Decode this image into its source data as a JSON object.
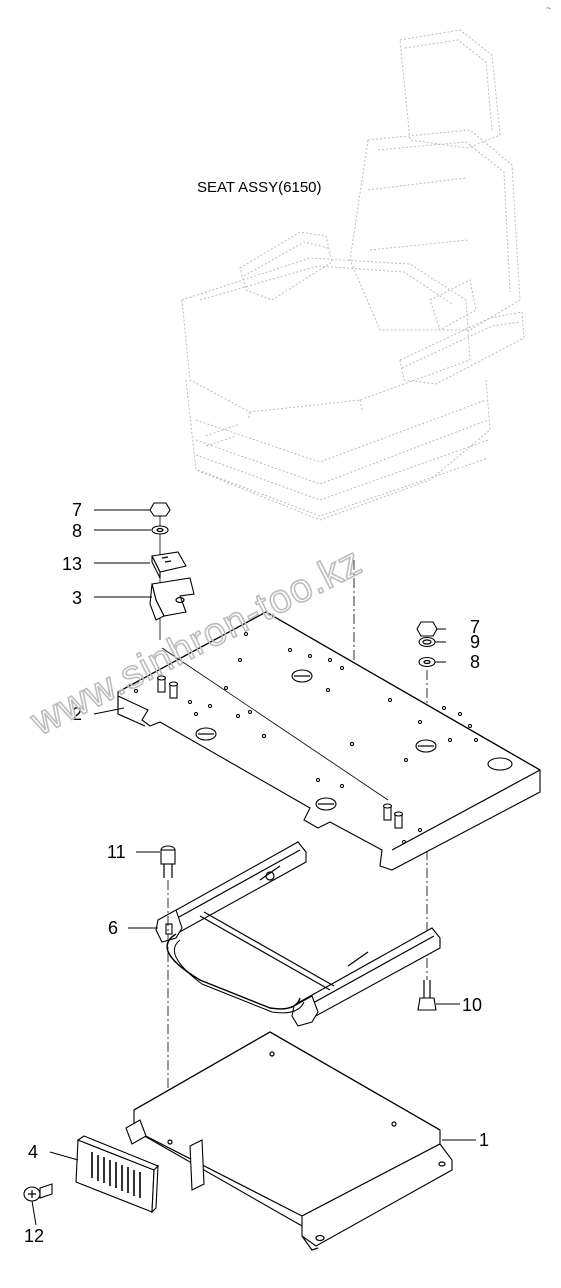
{
  "diagram": {
    "title": "SEAT ASSY(6150)",
    "watermark": "www.sinhron-too.kz",
    "top_right_mark": "~",
    "callouts": {
      "c1": "1",
      "c2": "2",
      "c3": "3",
      "c4": "4",
      "c6": "6",
      "c7a": "7",
      "c7b": "7",
      "c8a": "8",
      "c8b": "8",
      "c9": "9",
      "c10": "10",
      "c11": "11",
      "c12": "12",
      "c13": "13"
    }
  }
}
